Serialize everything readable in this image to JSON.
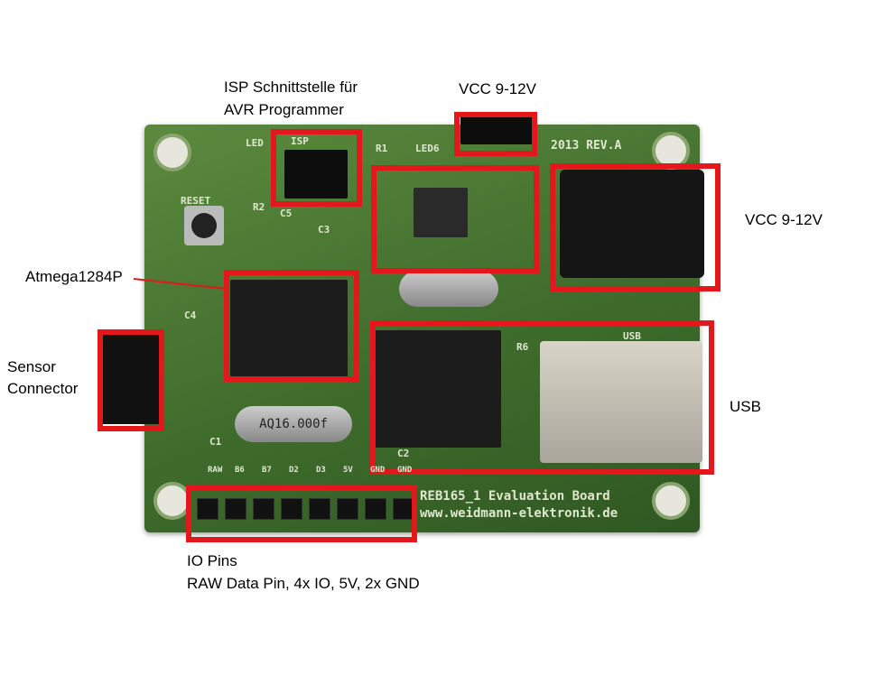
{
  "annotations": {
    "isp_line1": "ISP Schnittstelle für",
    "isp_line2": "AVR Programmer",
    "vcc_top": "VCC 9-12V",
    "vcc_right": "VCC 9-12V",
    "mcu": "Atmega1284P",
    "sensor_line1": "Sensor",
    "sensor_line2": "Connector",
    "usb": "USB",
    "io_line1": "IO Pins",
    "io_line2": "RAW Data Pin, 4x IO, 5V, 2x GND"
  },
  "board": {
    "led_label": "LED",
    "isp": "ISP",
    "r1": "R1",
    "led6": "LED6",
    "revision": "2013 REV.A",
    "reset": "RESET",
    "c5": "C5",
    "c3": "C3",
    "c4": "C4",
    "c1": "C1",
    "c2": "C2",
    "r2": "R2",
    "r6": "R6",
    "usb": "USB",
    "crystal": "AQ16.000f",
    "name": "REB165_1 Evaluation Board",
    "url": "www.weidmann-elektronik.de",
    "pins": [
      "RAW",
      "B6",
      "B7",
      "D2",
      "D3",
      "5V",
      "GND",
      "GND"
    ]
  },
  "colors": {
    "highlight": "#e3171c",
    "pcb": "#3f6c2c"
  }
}
